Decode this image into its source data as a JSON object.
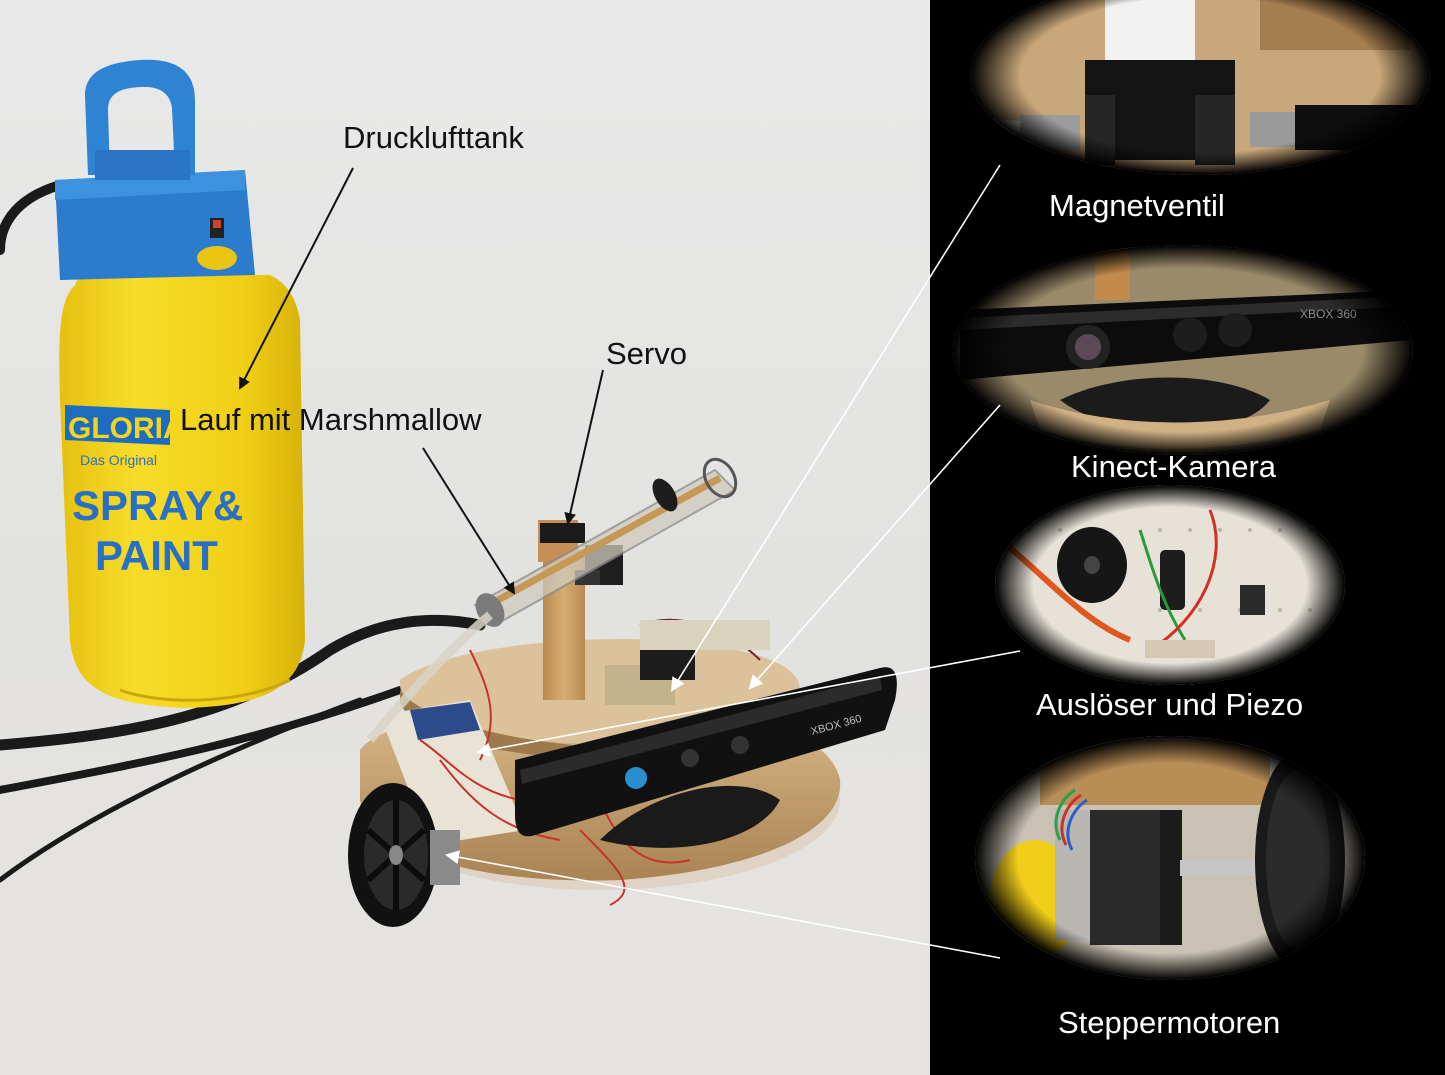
{
  "labels_photo": {
    "tank": "Drucklufttank",
    "barrel": "Lauf mit Marshmallow",
    "servo": "Servo"
  },
  "labels_panel": {
    "valve": "Magnetventil",
    "kinect": "Kinect-Kamera",
    "trigger": "Auslöser und Piezo",
    "steppers": "Steppermotoren"
  },
  "product_text": {
    "tank_brand": "GLORIA",
    "tank_sub": "Das Original",
    "tank_line1": "SPRAY&",
    "tank_line2": "PAINT",
    "kinect_brand": "XBOX 360"
  },
  "colors": {
    "photo_background": "#e6e6e4",
    "panel_background": "#000000",
    "tank_yellow": "#f2d21a",
    "tank_blue": "#2e7fd0",
    "wood": "#c9a26a",
    "kinect_black": "#111111",
    "annotation_dark": "#111111",
    "annotation_light": "#ffffff"
  }
}
